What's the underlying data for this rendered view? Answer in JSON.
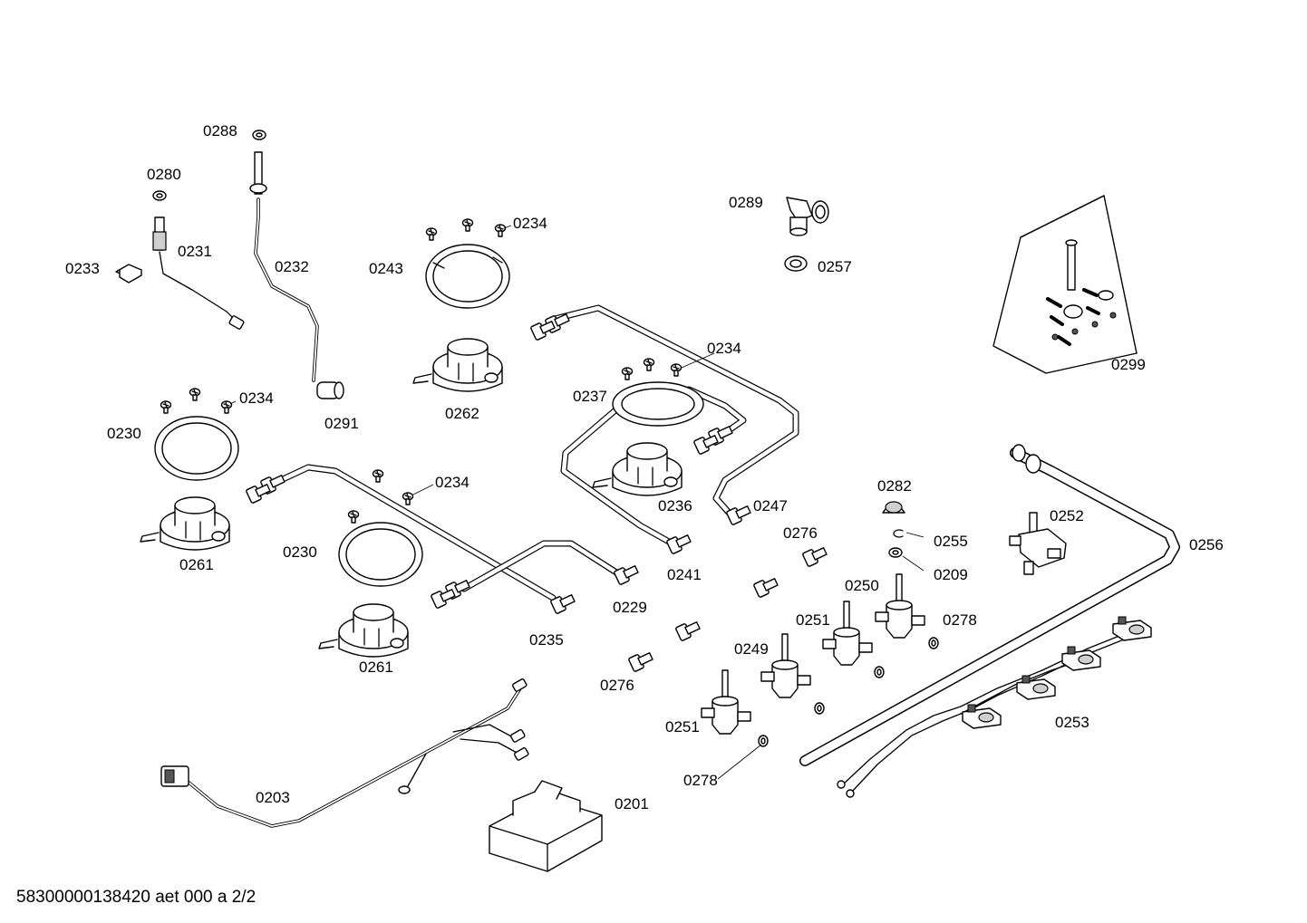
{
  "labels": {
    "p0288": "0288",
    "p0280": "0280",
    "p0231": "0231",
    "p0233": "0233",
    "p0232": "0232",
    "p0291": "0291",
    "p0289": "0289",
    "p0257": "0257",
    "p0234a": "0234",
    "p0243": "0243",
    "p0262": "0262",
    "p0234b": "0234",
    "p0237": "0237",
    "p0236": "0236",
    "p0247": "0247",
    "p0241": "0241",
    "p0234c": "0234",
    "p0230a": "0230",
    "p0261a": "0261",
    "p0234d": "0234",
    "p0230b": "0230",
    "p0261b": "0261",
    "p0235": "0235",
    "p0229": "0229",
    "p0276a": "0276",
    "p0276b": "0276",
    "p0282": "0282",
    "p0255": "0255",
    "p0209": "0209",
    "p0250": "0250",
    "p0251a": "0251",
    "p0278a": "0278",
    "p0249": "0249",
    "p0251b": "0251",
    "p0278b": "0278",
    "p0252": "0252",
    "p0256": "0256",
    "p0253": "0253",
    "p0299": "0299",
    "p0203": "0203",
    "p0201": "0201"
  },
  "footer": "58300000138420 aet 000 a 2/2"
}
